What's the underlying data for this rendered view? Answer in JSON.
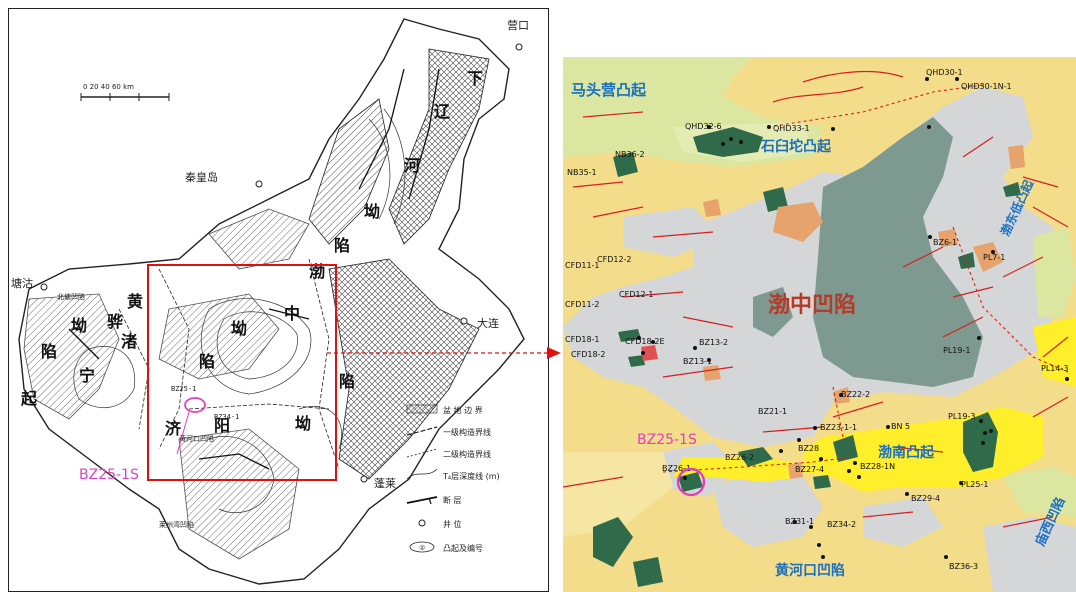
{
  "left_map": {
    "scale_label": "0  20  40  60 km",
    "cities": {
      "yingkou": "营口",
      "qinhuangdao": "秦皇岛",
      "dalian": "大连",
      "penglai": "蓬莱",
      "tanggu": "塘沽"
    },
    "basin_chars": {
      "xia": "下",
      "liao": "辽",
      "he": "河",
      "ao": "坳",
      "xian": "陷",
      "huang": "黄",
      "hua": "骅",
      "ao2": "坳",
      "xian2": "陷",
      "bo": "渤",
      "zhong": "中",
      "ao3": "坳",
      "xian3": "陷",
      "ji": "济",
      "yang": "阳",
      "ao4": "坳",
      "xian4": "陷",
      "qi": "起",
      "lao": "渚",
      "ning": "宁"
    },
    "small_labels": {
      "huanghekou": "黄河口凹陷",
      "laizhouwan": "莱州湾凹陷",
      "beitang": "北塘凹陷",
      "bz25": "BZ25-1",
      "bz34": "BZ34-1"
    },
    "target_label": "BZ25-1S",
    "legend": [
      "盆 地 边 界",
      "一级构造界线",
      "二级构造界线",
      "T₄层深度线 (m)",
      "断     层",
      "井     位",
      "凸起及编号"
    ]
  },
  "right_map": {
    "regions": {
      "matouying": "马头营凸起",
      "shijiutuo": "石臼坨凸起",
      "bozhong": "渤中凹陷",
      "bonan": "渤南凸起",
      "huanghekou": "黄河口凹陷",
      "bodong": "渤东低凸起",
      "miaoxi": "庙西凹陷"
    },
    "wells": [
      "QHD30-1",
      "QHD30-1N-1",
      "QHD32-6",
      "QHD33-1",
      "NB36-2",
      "NB35-1",
      "CFD12-2",
      "CFD11-1",
      "CFD12-1",
      "CFD11-2",
      "CFD18-1",
      "CFD18-2",
      "CFD18-2E",
      "BZ13-2",
      "BZ13-1",
      "BZ6-1",
      "PL7-1",
      "PL19-1",
      "PL14-3",
      "BZ22-2",
      "BZ21-1",
      "BZ23-1-1",
      "BN 5",
      "BZ28",
      "BZ26-2",
      "BZ27-4",
      "BZ28-1N",
      "BZ26-1",
      "PL19-3",
      "PL25-1",
      "BZ29-4",
      "BZ31-1",
      "BZ34-2",
      "BZ36-3"
    ],
    "target_label": "BZ25-1S"
  },
  "colors": {
    "target_magenta": "#e040c0",
    "frame_red": "#e01010",
    "label_blue": "#1a6fc0",
    "basin_gray": "#d4d6d8",
    "deep_gray": "#7e9a90",
    "dark_green": "#2f6b4a",
    "bright_yellow": "#ffef2a",
    "base_tan": "#f3dd8a",
    "pale_green": "#dbe7a0",
    "orange_brown": "#e6a36b",
    "fault_red": "#d62020"
  }
}
